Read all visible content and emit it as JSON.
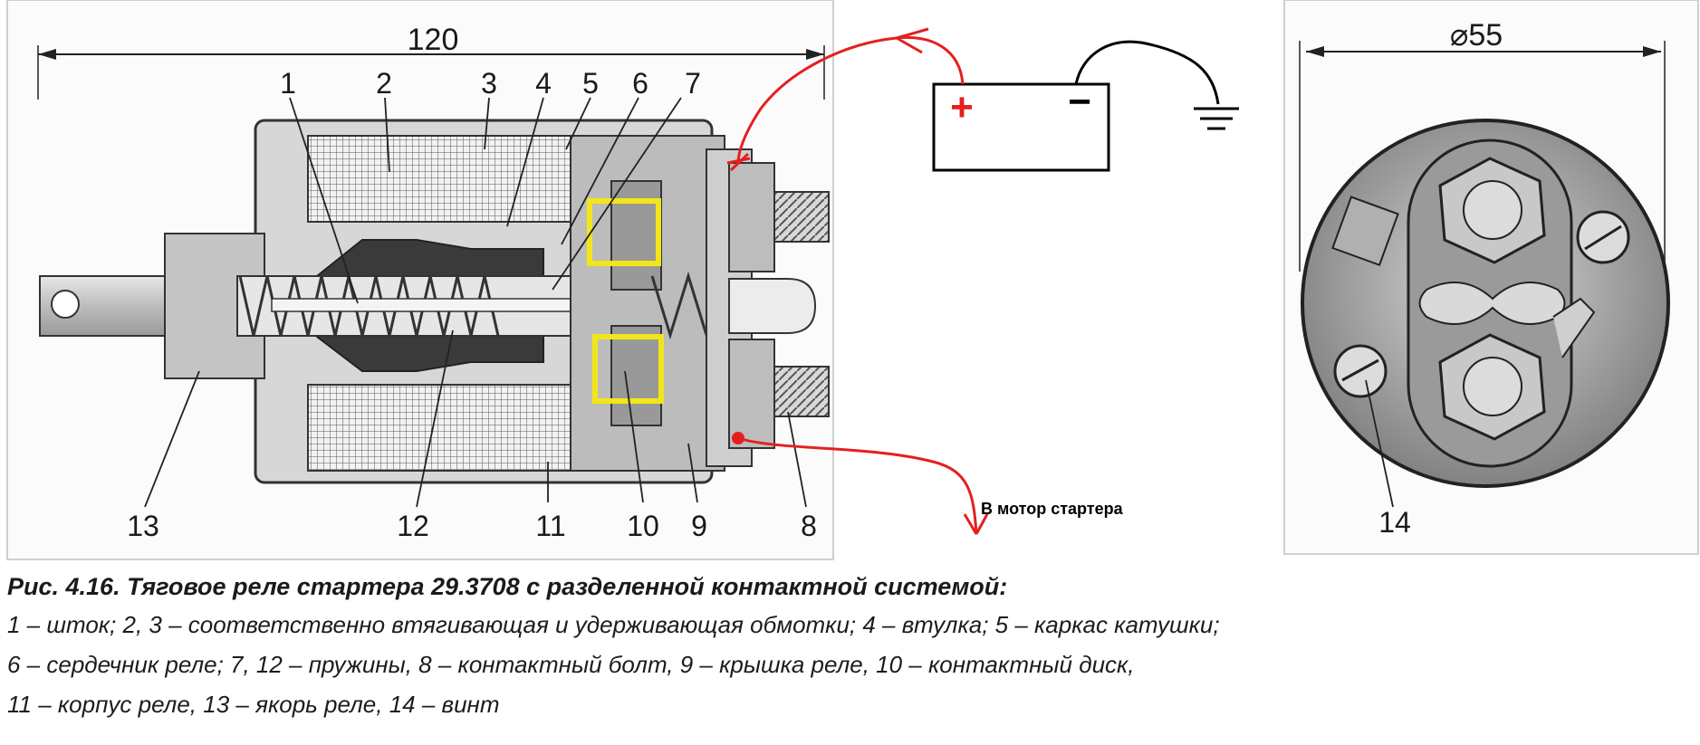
{
  "diagram": {
    "dimension_length": "120",
    "dimension_diameter": "⌀55",
    "callouts": [
      "1",
      "2",
      "3",
      "4",
      "5",
      "6",
      "7",
      "8",
      "9",
      "10",
      "11",
      "12",
      "13",
      "14"
    ],
    "battery_plus": "+",
    "battery_minus": "−",
    "motor_label": "В мотор стартера",
    "colors": {
      "wire": "#e4201f",
      "highlight": "#f2e61a",
      "ground": "#000000"
    },
    "icons": [
      "battery-icon",
      "ground-icon",
      "arrow-icon"
    ]
  },
  "caption": {
    "title": "Рис. 4.16. Тяговое реле стартера 29.3708 с разделенной контактной системой:",
    "lines": [
      "1 – шток; 2, 3 – соответственно втягивающая и удерживающая обмотки; 4 – втулка; 5 – каркас катушки;",
      "6 – сердечник реле; 7, 12 – пружины, 8 – контактный болт, 9 – крышка реле, 10 – контактный диск,",
      "11 – корпус реле, 13 – якорь реле, 14 – винт"
    ]
  }
}
